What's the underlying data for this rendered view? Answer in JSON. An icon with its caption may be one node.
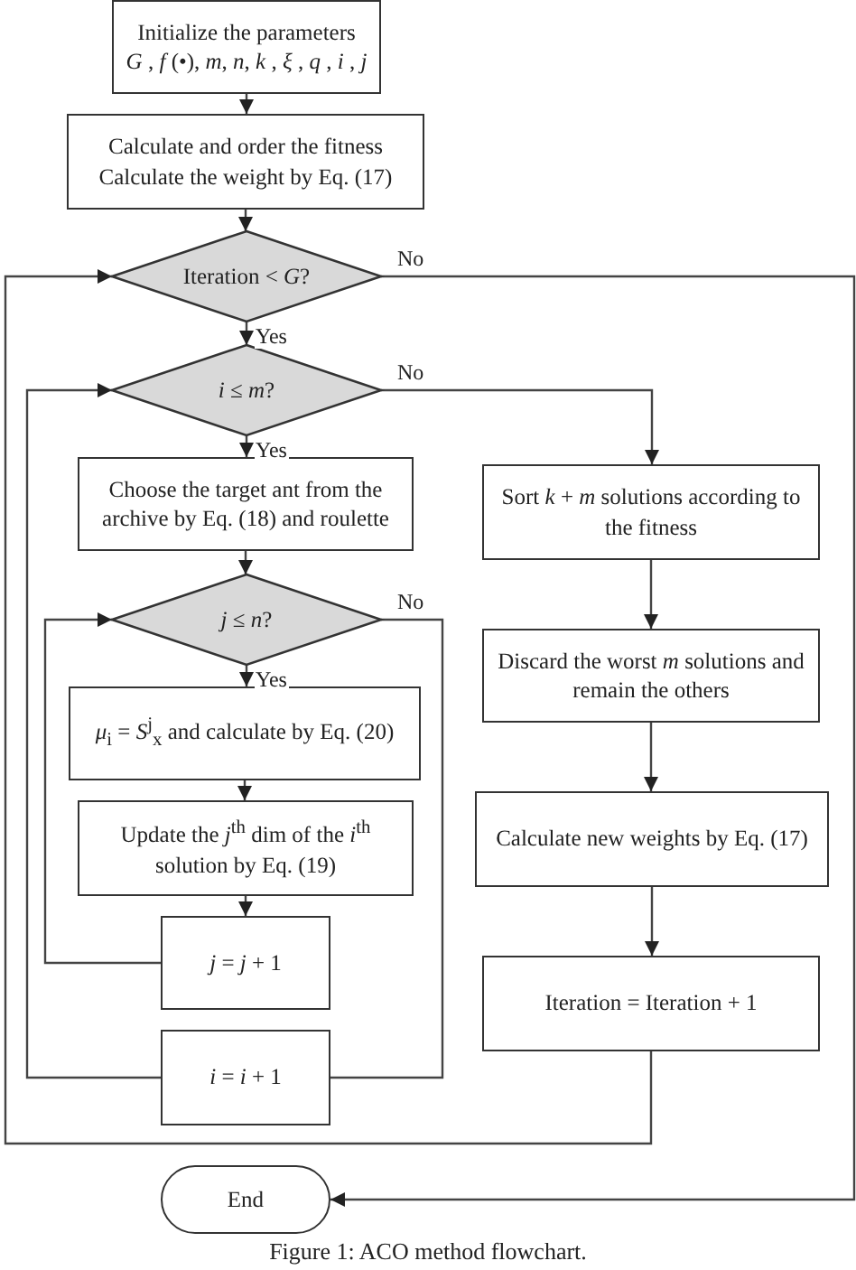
{
  "diagram": {
    "caption": "Figure 1: ACO method flowchart.",
    "nodes": [
      {
        "text": [
          "Initialize the parameters",
          "*G* , *f* (•), *m*, *n*, *k* , *ξ* , *q* , *i* , *j*"
        ]
      },
      {
        "text": [
          "Calculate and order the fitness",
          "Calculate the weight by Eq. (17)"
        ]
      },
      {
        "text": [
          "Iteration < *G*?"
        ]
      },
      {
        "text": [
          "*i* ≤ *m*?"
        ]
      },
      {
        "text": [
          "Choose the target ant from the archive by Eq. (18) and roulette"
        ]
      },
      {
        "text": [
          "*j* ≤ *n*?"
        ]
      },
      {
        "text": [
          "*μ*$_{i}$ = *S*$^{j}$$_{x}$ and calculate by Eq. (20)"
        ]
      },
      {
        "text": [
          "Update the *j*$^{th}$ dim of the *i*$^{th}$ solution by Eq. (19)"
        ]
      },
      {
        "text": [
          "*j* = *j* + 1"
        ]
      },
      {
        "text": [
          "*i* = *i* + 1"
        ]
      },
      {
        "text": [
          "Sort *k* + *m* solutions according to the fitness"
        ]
      },
      {
        "text": [
          "Discard the worst *m* solutions and remain the others"
        ]
      },
      {
        "text": [
          "Calculate new weights by Eq. (17)"
        ]
      },
      {
        "text": [
          "Iteration = Iteration + 1"
        ]
      },
      {
        "text": [
          "End"
        ]
      }
    ],
    "edges": [
      {
        "from": 0,
        "to": 1,
        "arrow": "to"
      },
      {
        "from": 1,
        "to": 2,
        "arrow": "to"
      },
      {
        "from": 2,
        "to": 3,
        "arrow": "to",
        "label": "Yes"
      },
      {
        "from": 2,
        "to": 14,
        "arrow": "to",
        "label": "No"
      },
      {
        "from": 3,
        "to": 4,
        "arrow": "to",
        "label": "Yes"
      },
      {
        "from": 3,
        "to": 10,
        "arrow": "to",
        "label": "No"
      },
      {
        "from": 4,
        "to": 5,
        "arrow": "to"
      },
      {
        "from": 5,
        "to": 6,
        "arrow": "to",
        "label": "Yes"
      },
      {
        "from": 6,
        "to": 7,
        "arrow": "to"
      },
      {
        "from": 7,
        "to": 8,
        "arrow": "to"
      },
      {
        "from": 8,
        "to": 5,
        "arrow": "to"
      },
      {
        "from": 5,
        "to": 9,
        "arrow": "none",
        "label": "No"
      },
      {
        "from": 9,
        "to": 3,
        "arrow": "to"
      },
      {
        "from": 10,
        "to": 11,
        "arrow": "to"
      },
      {
        "from": 11,
        "to": 12,
        "arrow": "to"
      },
      {
        "from": 12,
        "to": 13,
        "arrow": "to"
      },
      {
        "from": 13,
        "to": 2,
        "arrow": "to"
      }
    ]
  }
}
